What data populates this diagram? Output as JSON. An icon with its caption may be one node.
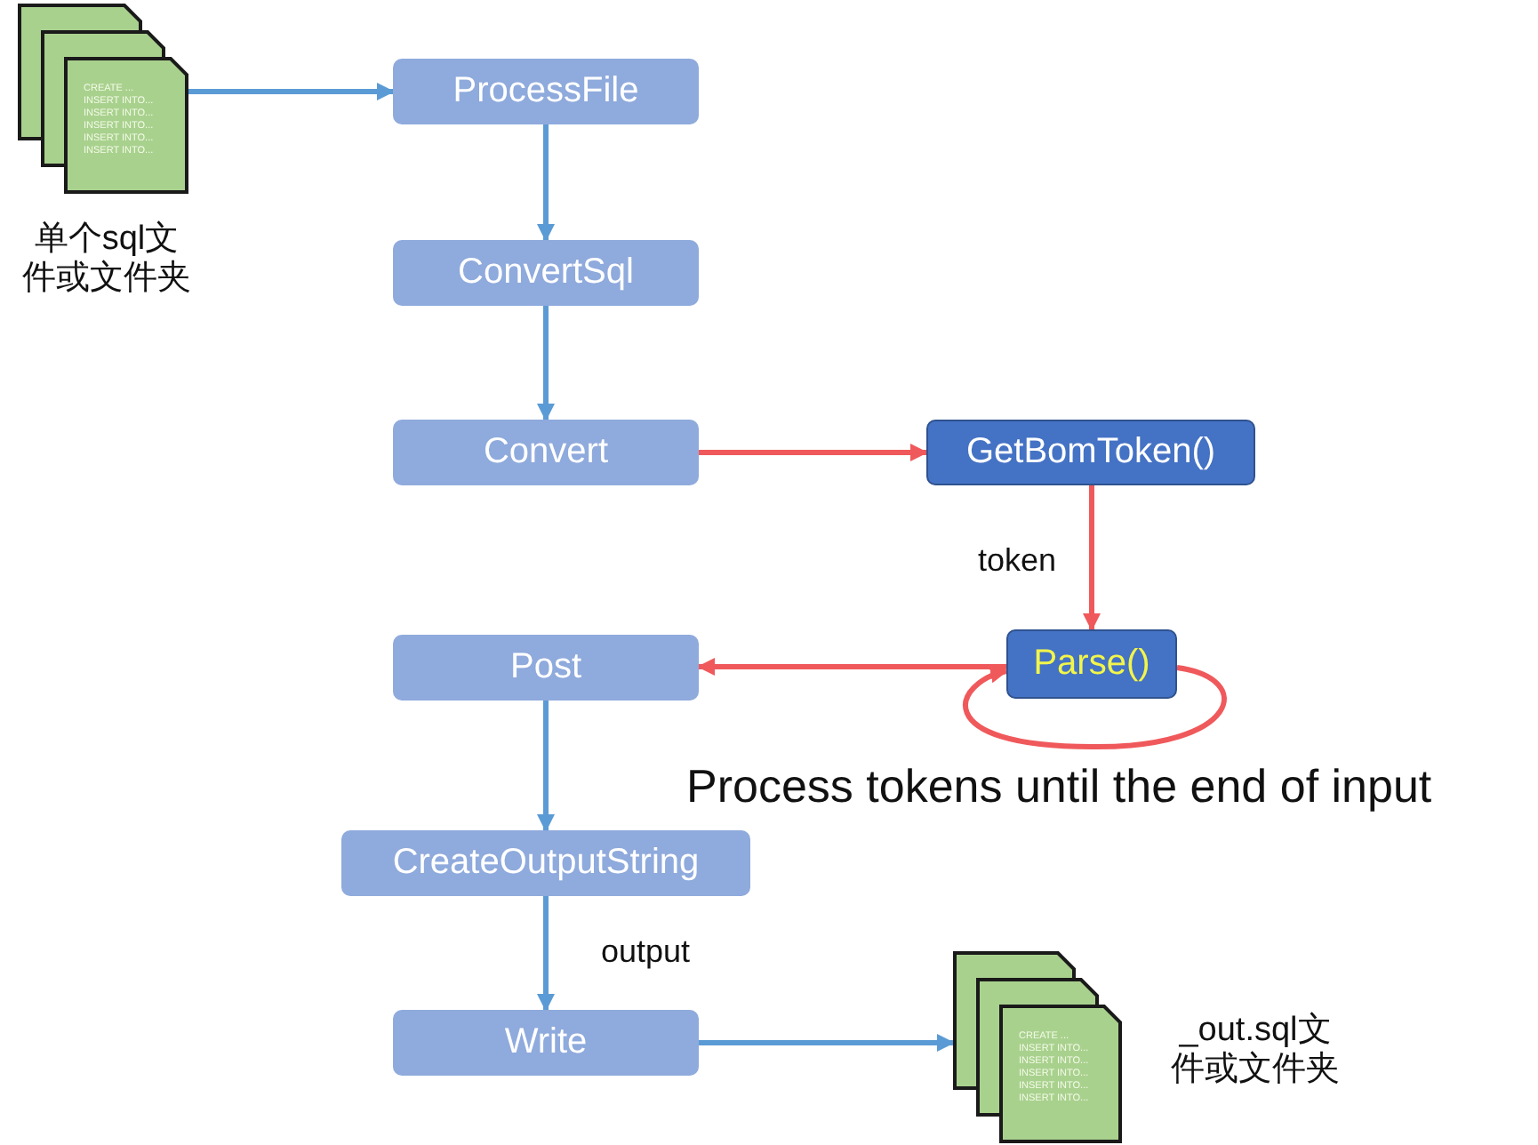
{
  "diagram": {
    "nodes": [
      {
        "text": [
          "CREATE ... INSERT INTO... INSERT INTO... INSERT INTO... INSERT INTO... INSERT INTO..."
        ],
        "beside": [
          "单个sql文件或文件夹"
        ]
      },
      {
        "text": [
          "ProcessFile"
        ]
      },
      {
        "text": [
          "ConvertSql"
        ]
      },
      {
        "text": [
          "Convert"
        ]
      },
      {
        "text": [
          "GetBomToken()"
        ]
      },
      {
        "text": [
          "Post"
        ]
      },
      {
        "text": [
          "Parse()"
        ]
      },
      {
        "text": [
          "CreateOutputString"
        ]
      },
      {
        "text": [
          "Write"
        ]
      },
      {
        "text": [
          "CREATE ... INSERT INTO... INSERT INTO... INSERT INTO... INSERT INTO... INSERT INTO..."
        ],
        "beside": [
          "_out.sql文件或文件夹"
        ]
      }
    ],
    "edges": [
      {
        "from": 0,
        "to": 1,
        "arrow": "to"
      },
      {
        "from": 1,
        "to": 2,
        "arrow": "to"
      },
      {
        "from": 2,
        "to": 3,
        "arrow": "to"
      },
      {
        "from": 3,
        "to": 4,
        "arrow": "to",
        "color": "#f0595b"
      },
      {
        "from": 4,
        "to": 6,
        "arrow": "to",
        "label": "token",
        "color": "#f0595b"
      },
      {
        "from": 6,
        "to": 5,
        "arrow": "to",
        "color": "#f0595b"
      },
      {
        "from": 6,
        "to": 6,
        "arrow": "to",
        "color": "#f0595b"
      },
      {
        "from": 5,
        "to": 7,
        "arrow": "to"
      },
      {
        "from": 7,
        "to": 8,
        "arrow": "to",
        "label": "output"
      },
      {
        "from": 8,
        "to": 9,
        "arrow": "to"
      }
    ],
    "labels": [
      "Process tokens until the end of input"
    ]
  }
}
